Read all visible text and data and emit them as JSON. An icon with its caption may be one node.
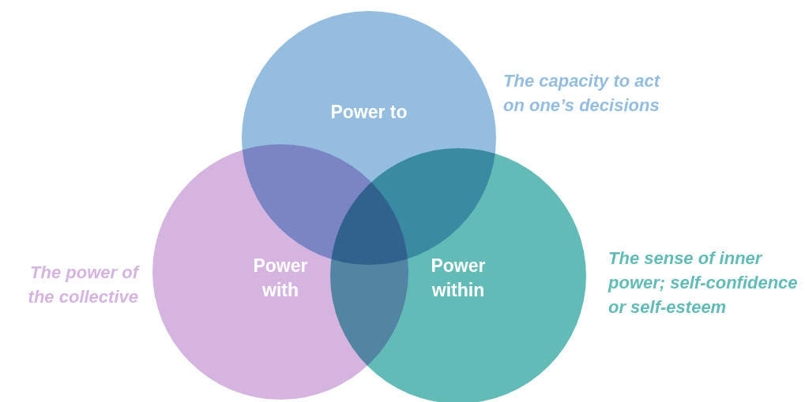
{
  "diagram": {
    "nodes": [
      {
        "text": [
          "Power to"
        ],
        "beside": [
          "The capacity to act on one’s decisions"
        ]
      },
      {
        "text": [
          "Power with"
        ],
        "beside": [
          "The power of the collective"
        ]
      },
      {
        "text": [
          "Power within"
        ],
        "beside": [
          "The sense of inner power; self-confidence or self-esteem"
        ]
      }
    ]
  }
}
